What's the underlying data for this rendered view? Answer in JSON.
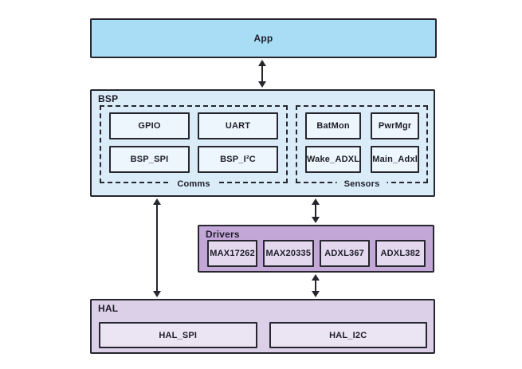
{
  "colors": {
    "app-fill": "#a9ddf5",
    "bsp-fill": "#d9ecf8",
    "blue-cell-fill": "#edf6fc",
    "drivers-fill": "#c3a7d7",
    "driver-cell-fill": "#e4d8ee",
    "hal-fill": "#dcd0e8",
    "hal-cell-fill": "#ebe4f3",
    "border": "#26262f",
    "text": "#1d1d28"
  },
  "app": {
    "label": "App"
  },
  "bsp": {
    "label": "BSP",
    "comms": {
      "label": "Comms",
      "items": [
        "GPIO",
        "UART",
        "BSP_SPI",
        "BSP_I²C"
      ]
    },
    "sensors": {
      "label": "Sensors",
      "items": [
        "BatMon",
        "PwrMgr",
        "Wake_ADXL",
        "Main_Adxl"
      ]
    }
  },
  "drivers": {
    "label": "Drivers",
    "items": [
      "MAX17262",
      "MAX20335",
      "ADXL367",
      "ADXL382"
    ]
  },
  "hal": {
    "label": "HAL",
    "items": [
      "HAL_SPI",
      "HAL_I2C"
    ]
  },
  "arrows": [
    {
      "name": "app-bsp",
      "type": "bidirectional"
    },
    {
      "name": "bsp-hal",
      "type": "bidirectional"
    },
    {
      "name": "bsp-drivers",
      "type": "bidirectional"
    },
    {
      "name": "drivers-hal",
      "type": "bidirectional"
    }
  ]
}
